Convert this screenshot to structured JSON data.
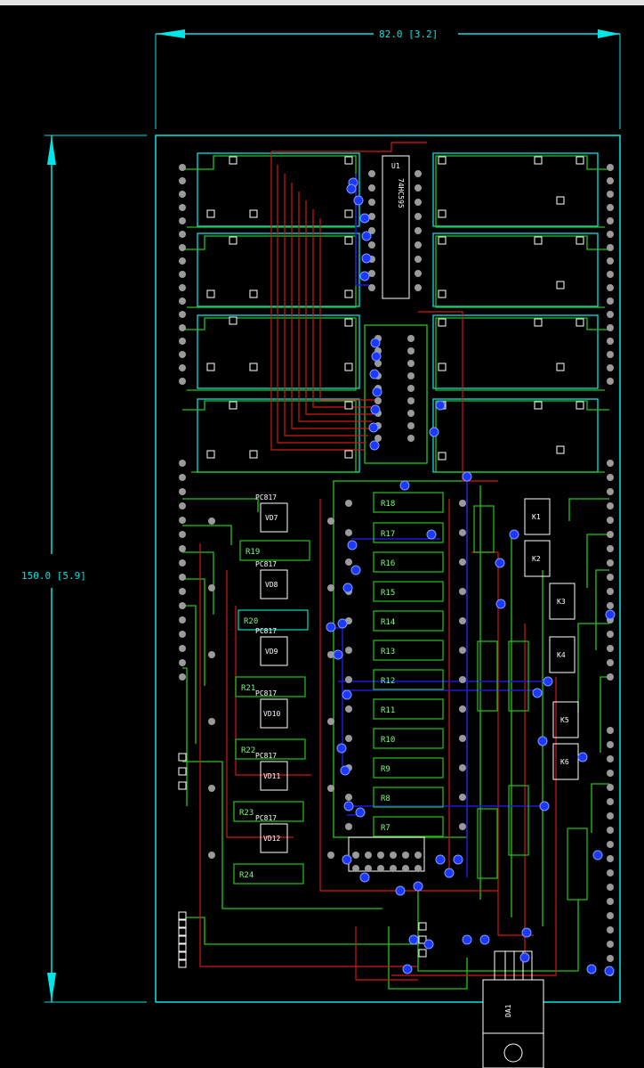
{
  "dimensions": {
    "width_label": "82.0 [3.2]",
    "height_label": "150.0 [5.9]"
  },
  "ic_u1": {
    "label": "U1",
    "part": "74HC595"
  },
  "optos": [
    {
      "ref": "VD7",
      "part": "PC817"
    },
    {
      "ref": "VD8",
      "part": "PC817"
    },
    {
      "ref": "VD9",
      "part": "PC817"
    },
    {
      "ref": "VD10",
      "part": "PC817"
    },
    {
      "ref": "VD11",
      "part": "PC817"
    },
    {
      "ref": "VD12",
      "part": "PC817"
    }
  ],
  "relays_right": [
    {
      "ref": "К1"
    },
    {
      "ref": "К2"
    },
    {
      "ref": "К3"
    },
    {
      "ref": "К4"
    },
    {
      "ref": "К5"
    },
    {
      "ref": "К6"
    }
  ],
  "resistors_center": [
    "R18",
    "R17",
    "R16",
    "R15",
    "R14",
    "R13",
    "R12",
    "R11",
    "R10",
    "R9",
    "R8",
    "R7"
  ],
  "resistors_left": [
    "R19",
    "R20",
    "R21",
    "R22",
    "R23",
    "R24"
  ],
  "regulator": {
    "ref": "DA1"
  },
  "colors": {
    "outline": "#00e5e5",
    "top_trace": "#d21818",
    "bottom_trace": "#26c41a",
    "blue_trace": "#1b1bd6",
    "pad": "#9a9a9a",
    "via": "#1d38ff"
  }
}
